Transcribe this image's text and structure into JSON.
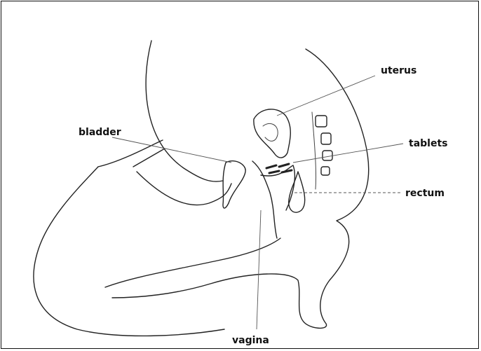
{
  "labels": {
    "uterus": "uterus",
    "bladder": "bladder",
    "tablets": "tablets",
    "rectum": "rectum",
    "vagina": "vagina"
  }
}
